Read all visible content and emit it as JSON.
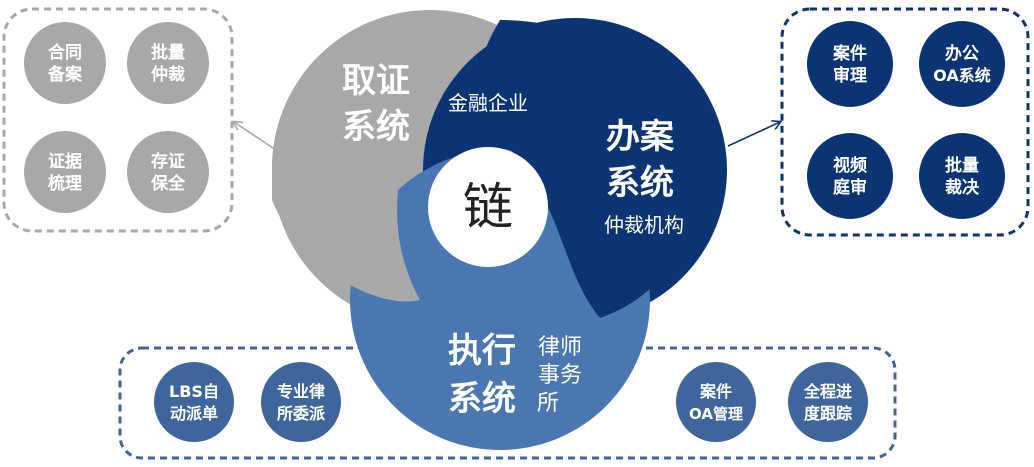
{
  "center": {
    "label": "链"
  },
  "systems": {
    "evidence": {
      "title_line1": "取证",
      "title_line2": "系统",
      "subtitle": "金融企业",
      "color": "#a8a8a8"
    },
    "case": {
      "title_line1": "办案",
      "title_line2": "系统",
      "subtitle": "仲裁机构",
      "color": "#0b3474"
    },
    "execution": {
      "title_line1": "执行",
      "title_line2": "系统",
      "subtitle_lines": [
        "律师",
        "事务",
        "所"
      ],
      "color": "#4a76b2"
    }
  },
  "left_group": {
    "border_color": "#a8a8a8",
    "items": [
      {
        "line1": "合同",
        "line2": "备案"
      },
      {
        "line1": "批量",
        "line2": "仲裁"
      },
      {
        "line1": "证据",
        "line2": "梳理"
      },
      {
        "line1": "存证",
        "line2": "保全"
      }
    ]
  },
  "right_group": {
    "border_color": "#0b3474",
    "items": [
      {
        "line1": "案件",
        "line2": "审理"
      },
      {
        "line1": "办公",
        "line2": "OA系统"
      },
      {
        "line1": "视频",
        "line2": "庭审"
      },
      {
        "line1": "批量",
        "line2": "裁决"
      }
    ]
  },
  "bottom_group": {
    "border_color": "#3e669c",
    "items": [
      {
        "line1": "LBS自",
        "line2": "动派单"
      },
      {
        "line1": "专业律",
        "line2": "所委派"
      },
      {
        "line1": "案件",
        "line2": "OA管理"
      },
      {
        "line1": "全程进",
        "line2": "度跟踪"
      }
    ]
  }
}
